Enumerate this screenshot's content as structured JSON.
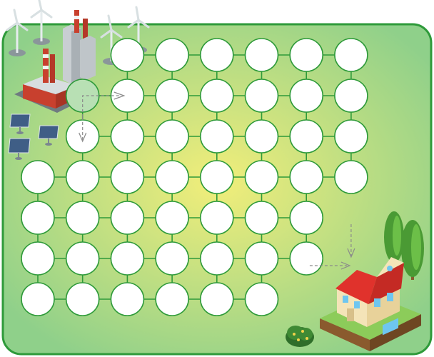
{
  "game": {
    "type": "path-puzzle",
    "grid": {
      "rows": 7,
      "row_columns": [
        [
          2,
          3,
          4,
          5,
          6,
          7
        ],
        [
          1,
          2,
          3,
          4,
          5,
          6,
          7
        ],
        [
          1,
          2,
          3,
          4,
          5,
          6,
          7
        ],
        [
          0,
          1,
          2,
          3,
          4,
          5,
          6,
          7
        ],
        [
          0,
          1,
          2,
          3,
          4,
          5,
          6
        ],
        [
          0,
          1,
          2,
          3,
          4,
          5,
          6
        ],
        [
          0,
          1,
          2,
          3,
          4,
          5
        ]
      ]
    },
    "start": {
      "row": 1,
      "col": 1,
      "label": "power-plant"
    },
    "end": {
      "row": 5,
      "col": 7,
      "label": "house"
    },
    "colors": {
      "board_border": "#2e9a3a",
      "board_fill_center": "#f2ee7a",
      "board_fill_edge": "#8fd08a",
      "node_stroke": "#2e9a3a",
      "node_fill": "#ffffff",
      "start_fill": "#b8e0b4",
      "end_fill": "#f6c0b4",
      "hint_arrow": "#8a8a8a"
    },
    "icons": [
      "power-plant-icon",
      "wind-turbine-icon",
      "solar-panel-icon",
      "house-icon",
      "tree-icon",
      "bush-icon"
    ]
  }
}
